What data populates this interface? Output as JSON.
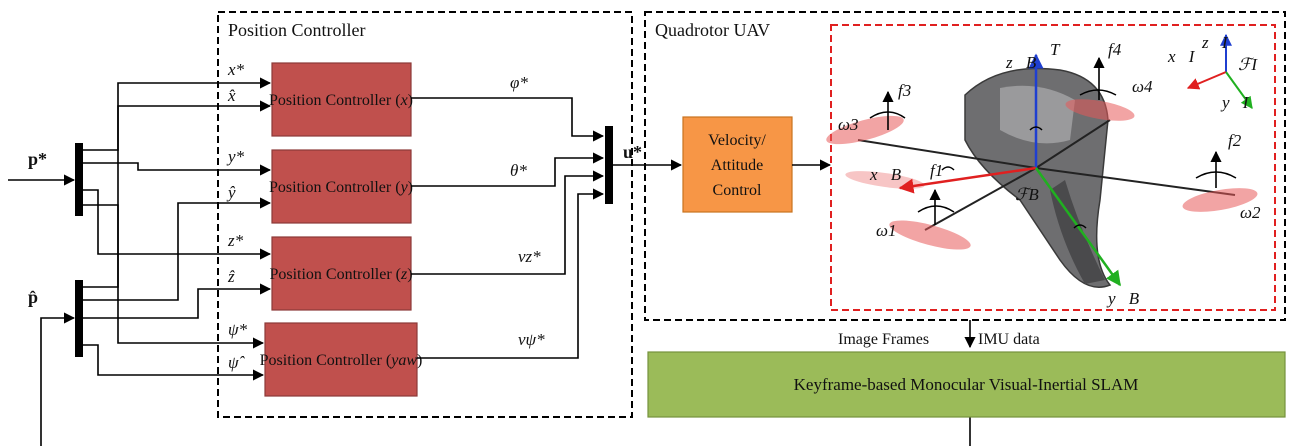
{
  "blocks": {
    "position_controller_group": "Position Controller",
    "quadrotor_group": "Quadrotor UAV",
    "controllers": [
      {
        "label": "Position Controller (",
        "axis": "x",
        "close": ")"
      },
      {
        "label": "Position Controller (",
        "axis": "y",
        "close": ")"
      },
      {
        "label": "Position Controller (",
        "axis": "z",
        "close": ")"
      },
      {
        "label": "Position Controller (",
        "axis": "yaw",
        "close": ")"
      }
    ],
    "velocity_lines": [
      "Velocity/",
      "Attitude",
      "Control"
    ],
    "slam": "Keyframe-based Monocular Visual-Inertial SLAM"
  },
  "signals": {
    "p_star": "p*",
    "p_hat": "p̂",
    "u_star": "u*",
    "inputs": [
      {
        "ref": "x*",
        "est": "x̂"
      },
      {
        "ref": "y*",
        "est": "ŷ"
      },
      {
        "ref": "z*",
        "est": "ẑ"
      },
      {
        "ref": "ψ*",
        "est": "ψ̂"
      }
    ],
    "outputs": [
      "φ*",
      "θ*",
      "vz*",
      "vψ*"
    ],
    "image_frames": "Image Frames",
    "imu_data": "IMU data"
  },
  "frame_labels": {
    "zB": "z⃗B",
    "T": "T",
    "f1": "f1",
    "f2": "f2",
    "f3": "f3",
    "f4": "f4",
    "xI": "x⃗I",
    "zI": "z⃗I",
    "FI": "ℱI",
    "yI": "y⃗I",
    "w1": "ω1",
    "w2": "ω2",
    "w3": "ω3",
    "w4": "ω4",
    "xB": "x⃗B",
    "FB": "ℱB",
    "yB": "y⃗B"
  },
  "colors": {
    "controller_fill": "#c0504d",
    "velocity_fill": "#f79646",
    "slam_fill": "#9bbb59",
    "z_axis": "#1f3fd0",
    "x_axis": "#e02020",
    "y_axis": "#20b020",
    "frame_border": "#e02020"
  }
}
